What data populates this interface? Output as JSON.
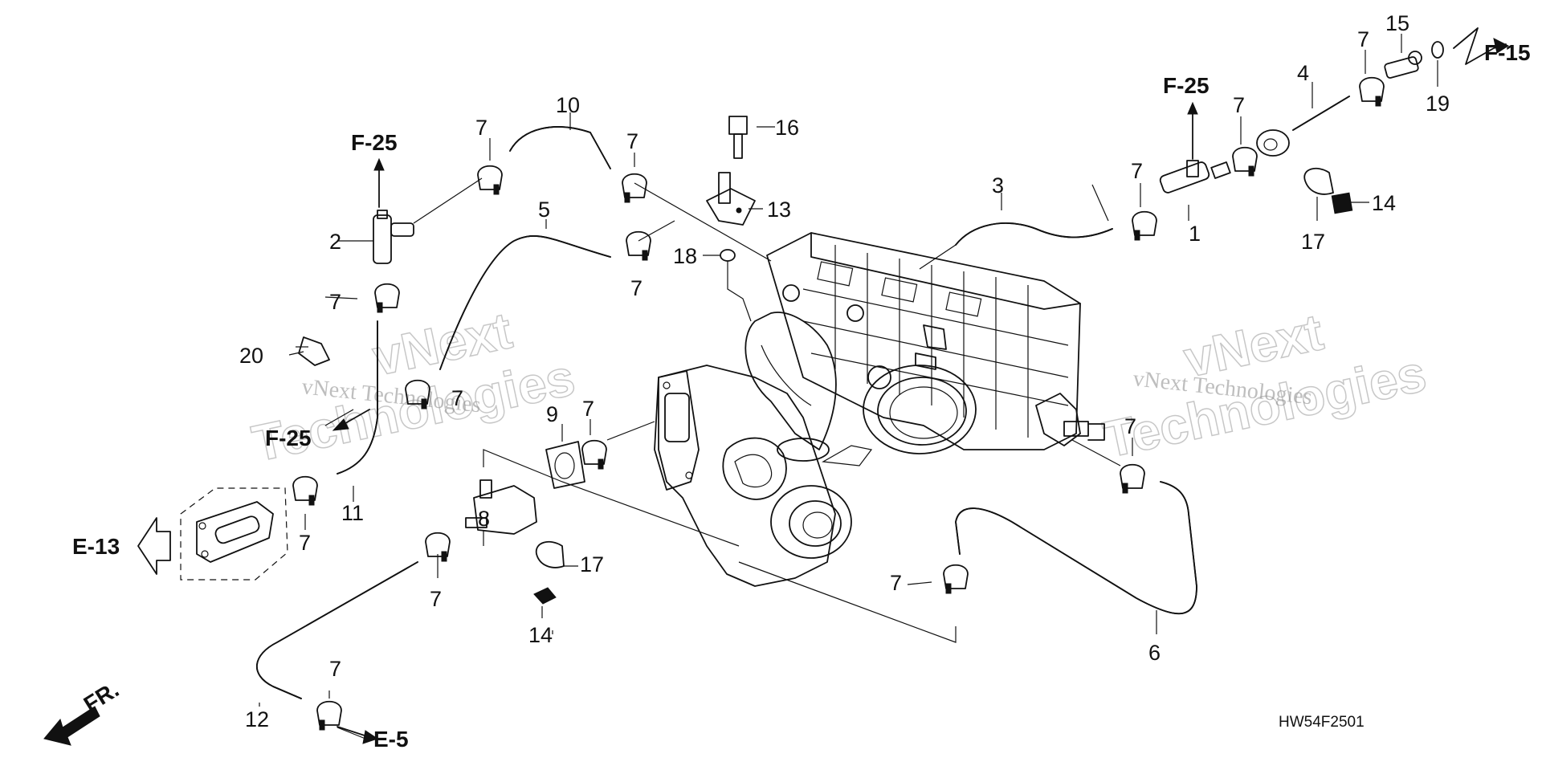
{
  "diagram": {
    "part_labels": [
      "1",
      "2",
      "3",
      "4",
      "5",
      "6",
      "7",
      "8",
      "9",
      "10",
      "11",
      "12",
      "13",
      "14",
      "15",
      "16",
      "17",
      "18",
      "19",
      "20"
    ],
    "clip_label": "7",
    "references": {
      "f25": "F-25",
      "f15": "F-15",
      "e13": "E-13",
      "e5": "E-5",
      "front": "FR."
    },
    "diagram_code": "HW54F2501"
  },
  "watermark": {
    "text": "vNext Technologies",
    "outline_top": "vNext",
    "outline_bottom": "Technologies"
  },
  "colors": {
    "line": "#111111",
    "background": "#ffffff",
    "watermark": "#8a8a8a"
  }
}
